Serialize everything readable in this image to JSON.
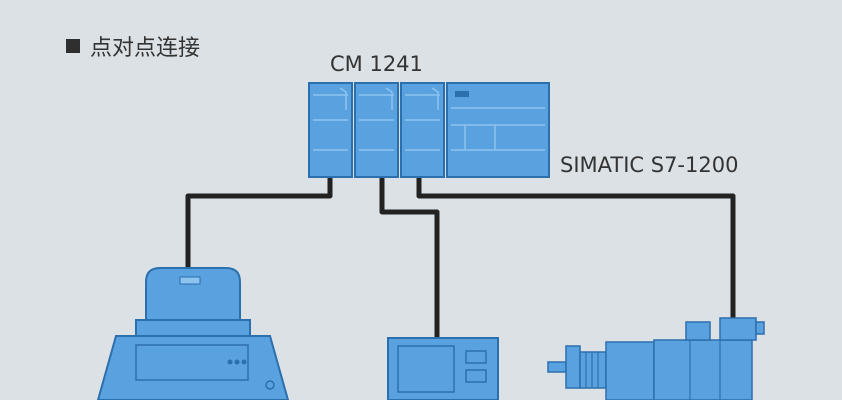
{
  "title": "点对点连接",
  "module_label": "CM 1241",
  "plc_label": "SIMATIC S7-1200",
  "colors": {
    "background": "#dbe1e5",
    "device_fill": "#5aa2df",
    "device_stroke": "#2c6fad",
    "device_light": "#8cc3ef",
    "cable": "#222222"
  },
  "icons": {
    "cm_modules": "communication-module-icon",
    "plc": "plc-cpu-icon",
    "printer": "printer-icon",
    "panel": "operator-panel-icon",
    "drive": "servo-motor-icon"
  }
}
